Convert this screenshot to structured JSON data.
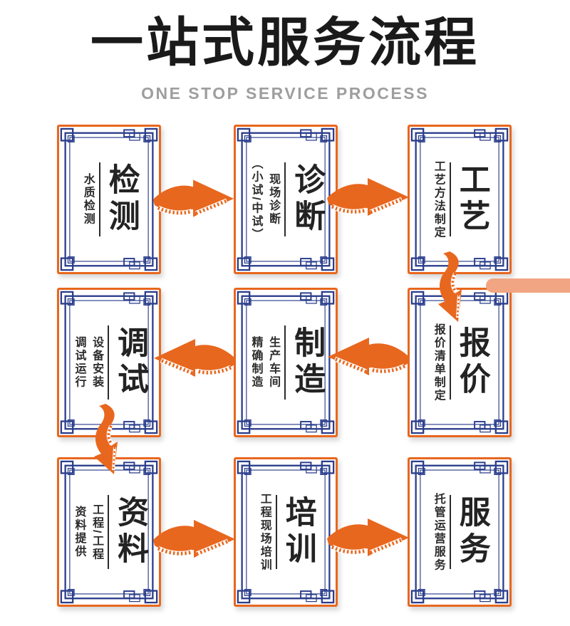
{
  "header": {
    "title": "一站式服务流程",
    "subtitle": "ONE STOP SERVICE PROCESS"
  },
  "cards": [
    {
      "step": 1,
      "title": "检测",
      "sub_cols": [
        "水质检测"
      ],
      "grid": {
        "row": 1,
        "col": 1
      }
    },
    {
      "step": 2,
      "title": "诊断",
      "sub_cols": [
        "现场诊断",
        "（小试/中试）"
      ],
      "grid": {
        "row": 1,
        "col": 2
      }
    },
    {
      "step": 3,
      "title": "工艺",
      "sub_cols": [
        "工艺方法制定"
      ],
      "grid": {
        "row": 1,
        "col": 3
      }
    },
    {
      "step": 4,
      "title": "报价",
      "sub_cols": [
        "报价清单制定"
      ],
      "grid": {
        "row": 2,
        "col": 3
      }
    },
    {
      "step": 5,
      "title": "制造",
      "sub_cols": [
        "生产车间",
        "精确制造"
      ],
      "grid": {
        "row": 2,
        "col": 2
      }
    },
    {
      "step": 6,
      "title": "调试",
      "sub_cols": [
        "设备安装",
        "调试运行"
      ],
      "grid": {
        "row": 2,
        "col": 1
      }
    },
    {
      "step": 7,
      "title": "资料",
      "sub_cols": [
        "工程/工程",
        "资料提供"
      ],
      "grid": {
        "row": 3,
        "col": 1
      }
    },
    {
      "step": 8,
      "title": "培训",
      "sub_cols": [
        "工程现场培训"
      ],
      "grid": {
        "row": 3,
        "col": 2
      }
    },
    {
      "step": 9,
      "title": "服务",
      "sub_cols": [
        "托管运营服务"
      ],
      "grid": {
        "row": 3,
        "col": 3
      }
    }
  ],
  "flow_arrows": [
    {
      "from": "检测",
      "to": "诊断",
      "direction": "right"
    },
    {
      "from": "诊断",
      "to": "工艺",
      "direction": "right"
    },
    {
      "from": "工艺",
      "to": "报价",
      "direction": "down"
    },
    {
      "from": "报价",
      "to": "制造",
      "direction": "left"
    },
    {
      "from": "制造",
      "to": "调试",
      "direction": "left"
    },
    {
      "from": "调试",
      "to": "资料",
      "direction": "down"
    },
    {
      "from": "资料",
      "to": "培训",
      "direction": "right"
    },
    {
      "from": "培训",
      "to": "服务",
      "direction": "right"
    }
  ],
  "colors": {
    "accent_orange": "#e8671e",
    "frame_blue": "#2b3e8c",
    "bar_salmon": "#f2a583",
    "title_black": "#1a1a1a",
    "subtitle_gray": "#9e9e9e"
  }
}
